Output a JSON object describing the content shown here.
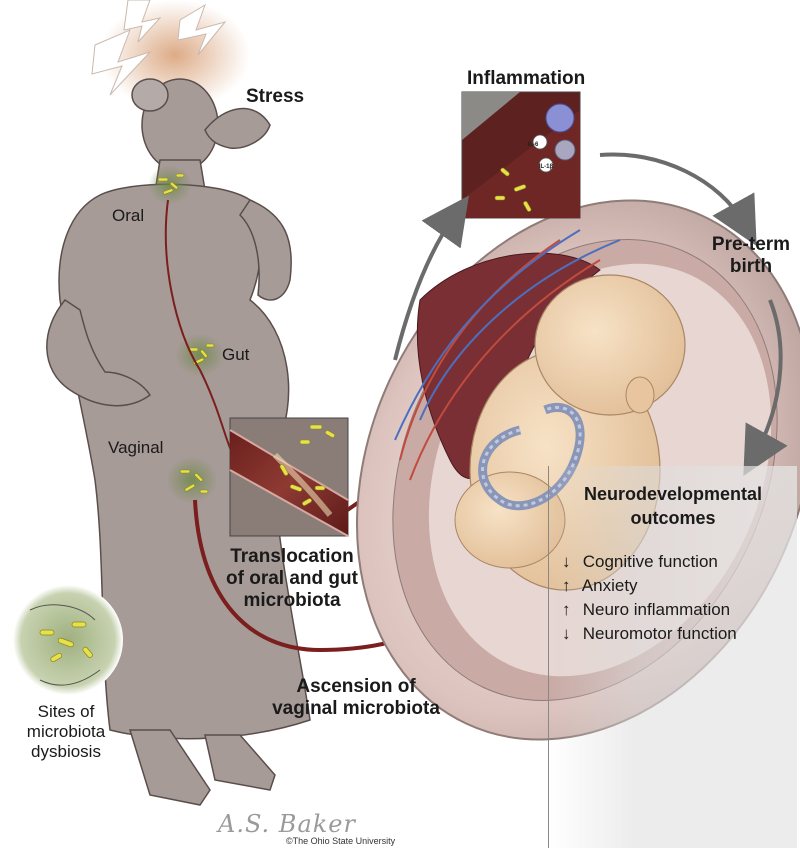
{
  "labels": {
    "stress": "Stress",
    "oral": "Oral",
    "gut": "Gut",
    "vaginal": "Vaginal",
    "inflammation": "Inflammation",
    "preterm_line1": "Pre-term",
    "preterm_line2": "birth",
    "translocation_line1": "Translocation",
    "translocation_line2": "of oral and gut",
    "translocation_line3": "microbiota",
    "ascension_line1": "Ascension of",
    "ascension_line2": "vaginal microbiota",
    "sites_line1": "Sites of",
    "sites_line2": "microbiota",
    "sites_line3": "dysbiosis",
    "il6": "IL-6",
    "il1b": "IL-1β"
  },
  "outcomes": {
    "title_line1": "Neurodevelopmental",
    "title_line2": "outcomes",
    "items": [
      {
        "direction": "↓",
        "text": "Cognitive function"
      },
      {
        "direction": "↑",
        "text": "Anxiety"
      },
      {
        "direction": "↑",
        "text": "Neuro inflammation"
      },
      {
        "direction": "↓",
        "text": "Neuromotor function"
      }
    ]
  },
  "credits": {
    "signature": "A.S. Baker",
    "copyright": "©The Ohio State University"
  },
  "colors": {
    "figure_skin": "#a79b98",
    "figure_outline": "#5a4e4c",
    "microbe_yellow": "#e6e04a",
    "tissue_red": "#7d2a26",
    "arrow_dark_red": "#7a1e1e",
    "arrow_grey": "#6b6b6b",
    "uterus_pink": "#e6c7c1",
    "fetus_skin": "#f0d5b4",
    "cord_blue": "#8a96b8",
    "stress_glow": "#d9a27a"
  }
}
